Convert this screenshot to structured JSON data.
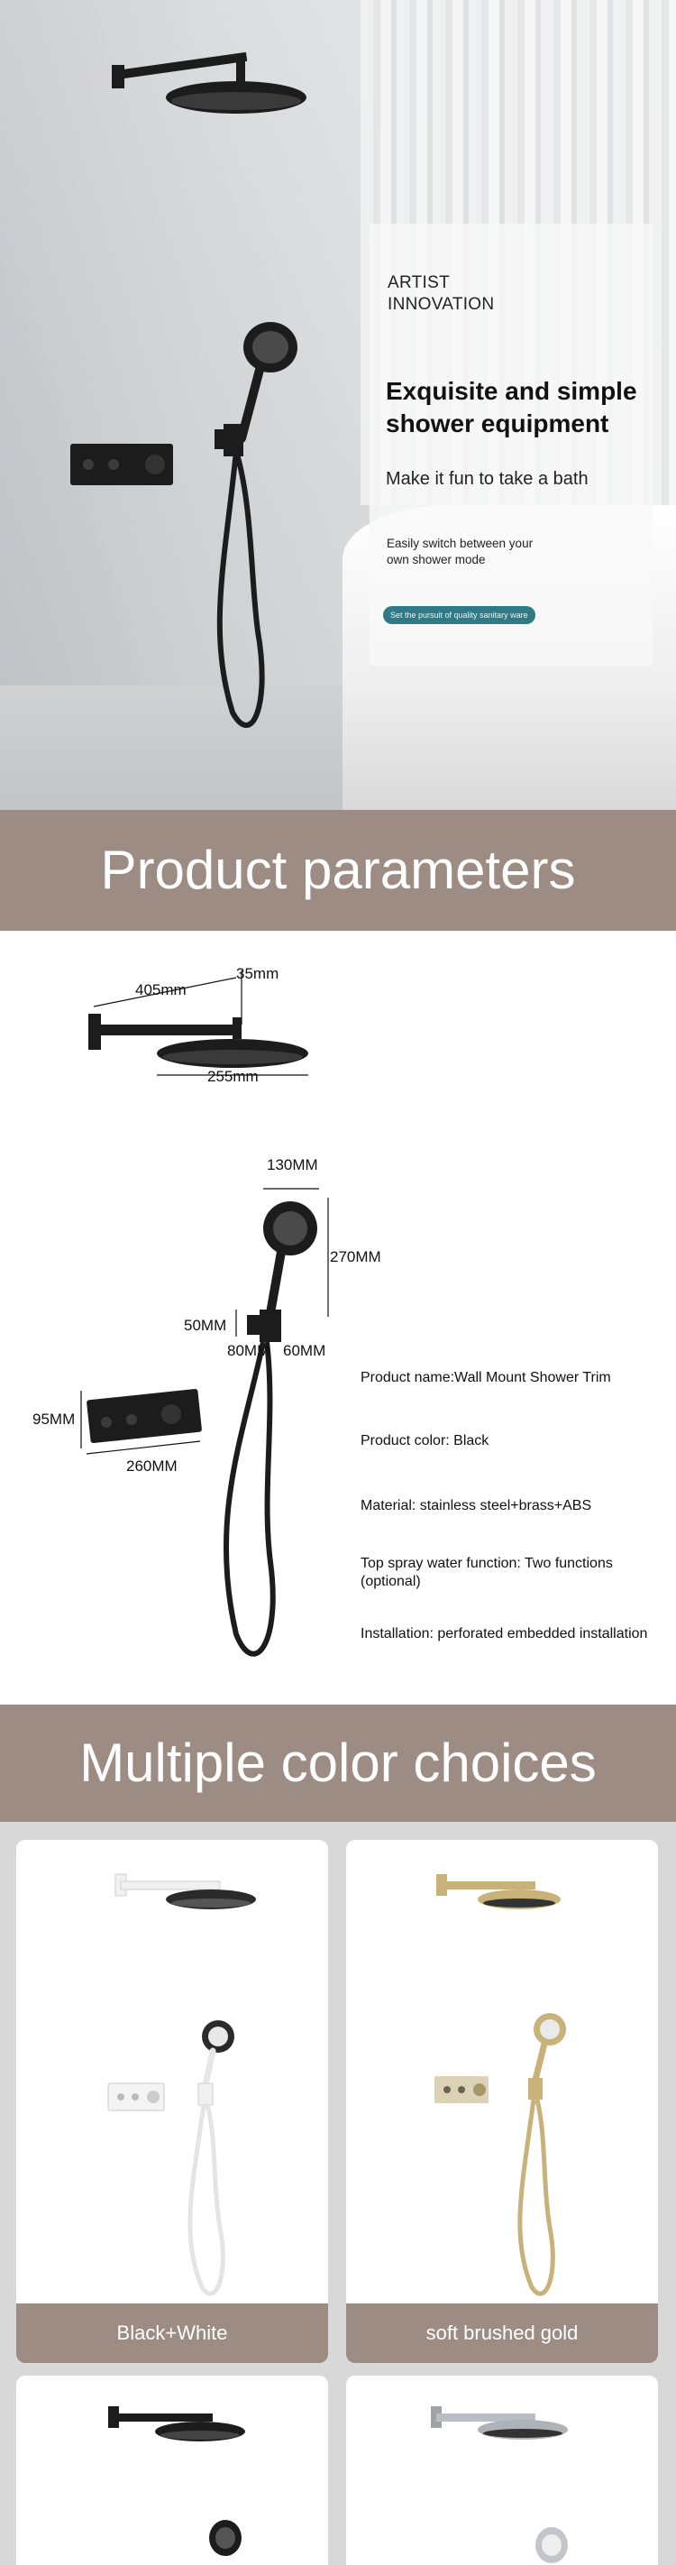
{
  "hero": {
    "brand_line1": "ARTIST",
    "brand_line2": "INNOVATION",
    "headline": "Exquisite and simple shower equipment",
    "subhead": "Make it fun to take a bath",
    "note": "Easily switch between your own shower mode",
    "pill": "Set the pursuit of quality sanitary ware"
  },
  "params_section": {
    "title": "Product parameters",
    "dims": {
      "arm_length": "405mm",
      "arm_drop": "35mm",
      "head_diameter": "255mm",
      "hand_width": "130MM",
      "hand_height": "270MM",
      "bracket_height": "50MM",
      "bracket_w1": "80MM",
      "bracket_w2": "60MM",
      "valve_height": "95MM",
      "valve_width": "260MM"
    },
    "specs": {
      "name": "Product name:Wall Mount Shower Trim",
      "color": "Product color:  Black",
      "material": "Material: stainless steel+brass+ABS",
      "spray": "Top spray water function: Two functions (optional)",
      "install": "Installation: perforated embedded installation"
    }
  },
  "colors_section": {
    "title": "Multiple color choices",
    "cards": [
      {
        "label": "Black+White"
      },
      {
        "label": "soft brushed gold"
      }
    ]
  },
  "palette": {
    "banner": "#9c8c83",
    "pill": "#2f7a86",
    "matte_black": "#1c1c1c",
    "gold": "#c8b27a",
    "card_bg": "#d8d8d8"
  }
}
